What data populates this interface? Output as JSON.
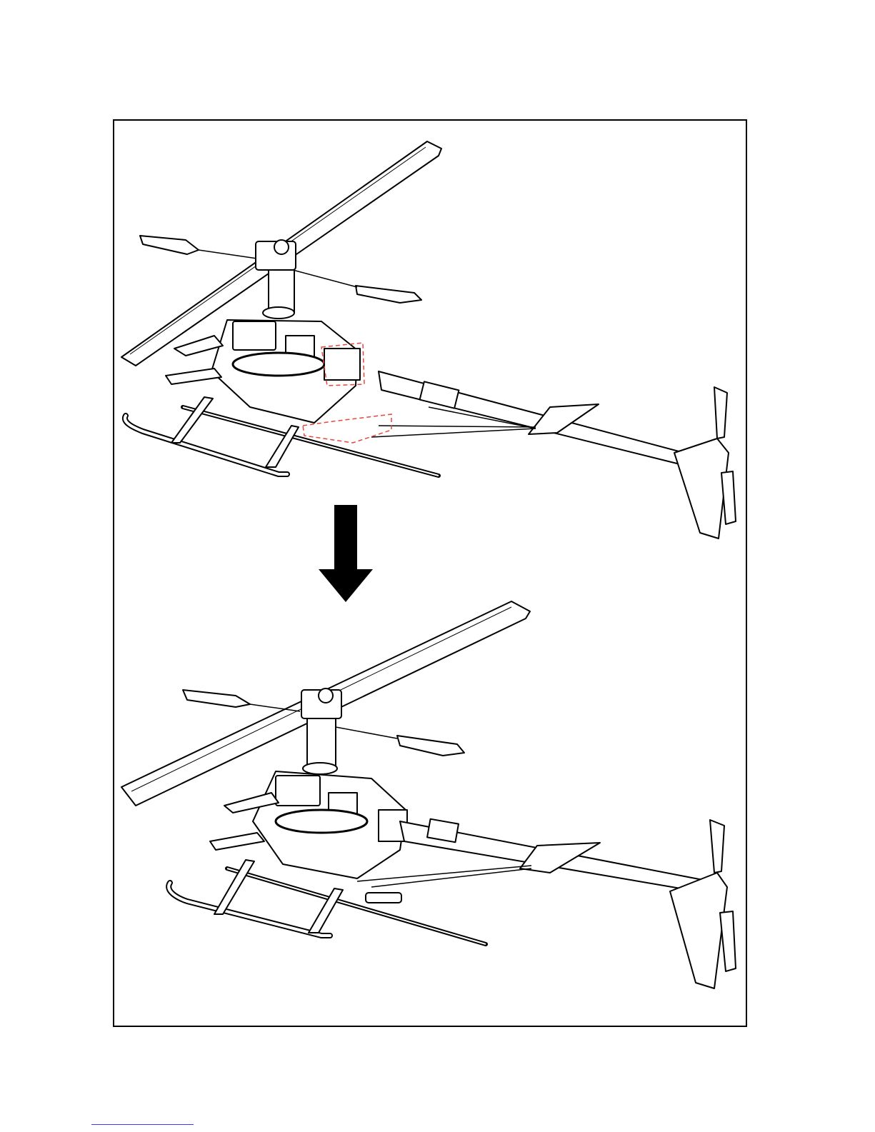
{
  "page": {
    "background": "#ffffff",
    "frame_color": "#000000",
    "highlight_color": "#e8463a",
    "footer_link_color": "#3a3aff"
  },
  "figures": [
    {
      "name": "helicopter-before",
      "highlight": "red-dashed-outline"
    },
    {
      "name": "helicopter-after"
    }
  ],
  "arrow": {
    "direction": "down",
    "color": "#000000"
  }
}
